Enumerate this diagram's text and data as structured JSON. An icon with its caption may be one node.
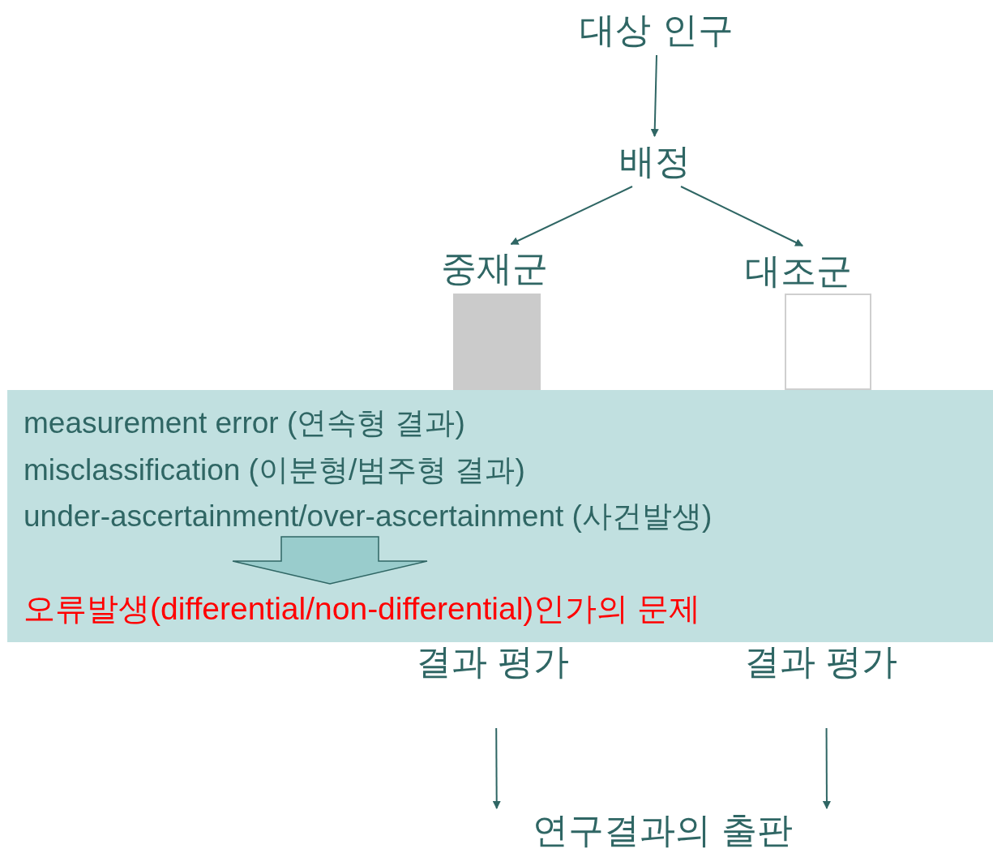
{
  "diagram": {
    "nodes": [
      {
        "text": [
          "대상 인구"
        ]
      },
      {
        "text": [
          "배정"
        ]
      },
      {
        "text": [
          "중재군"
        ]
      },
      {
        "text": [
          "대조군"
        ]
      },
      {
        "text": [],
        "shape": "box"
      },
      {
        "text": [],
        "shape": "box"
      },
      {
        "text": [
          "measurement error (연속형 결과)",
          "misclassification (이분형/범주형 결과)",
          "under-ascertainment/over-ascertainment (사건발생)",
          "오류발생(differential/non-differential)인가의 문제"
        ]
      },
      {
        "text": [
          "결과 평가"
        ]
      },
      {
        "text": [
          "결과 평가"
        ]
      },
      {
        "text": [
          "연구결과의 출판"
        ]
      }
    ],
    "edges": [
      {
        "from": 0,
        "to": 1,
        "arrow": "to"
      },
      {
        "from": 1,
        "to": 2,
        "arrow": "to"
      },
      {
        "from": 1,
        "to": 3,
        "arrow": "to"
      },
      {
        "from": 7,
        "to": 9,
        "arrow": "to"
      },
      {
        "from": 8,
        "to": 9,
        "arrow": "to"
      }
    ]
  }
}
